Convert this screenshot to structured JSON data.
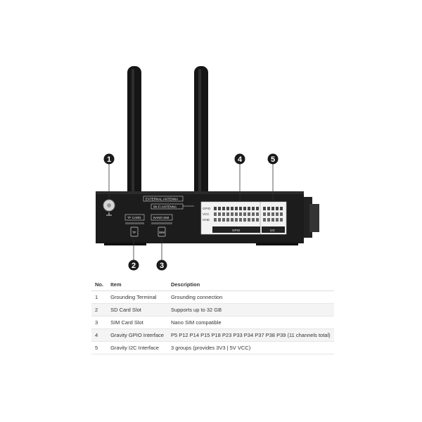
{
  "callouts": [
    "1",
    "2",
    "3",
    "4",
    "5"
  ],
  "device_labels": {
    "external_antenna": "EXTERNAL ANTENNA",
    "wifi_antenna": "Wi-Fi ANTENNA",
    "tf_card": "TF CARD",
    "nano_sim": "NANO SIM",
    "gpio_row": "GPIO",
    "vcc_row": "VCC",
    "gnd_row": "GND",
    "gpio_group": "GPIO",
    "i2c_group": "I2C",
    "tf_icon": "TF",
    "sim_icon": "SIM"
  },
  "table": {
    "headers": [
      "No.",
      "Item",
      "Description"
    ],
    "rows": [
      [
        "1",
        "Grounding Terminal",
        "Grounding connection"
      ],
      [
        "2",
        "SD Card Slot",
        "Supports up to 32 GB"
      ],
      [
        "3",
        "SIM Card Slot",
        "Nano SIM compatible"
      ],
      [
        "4",
        "Gravity GPIO Interface",
        "P5 P12 P14 P15 P18 P23 P33 P34 P37 P38 P39 (11 channels total)"
      ],
      [
        "5",
        "Gravity I2C Interface",
        "3 groups (provides 3V3 | 5V VCC)"
      ]
    ]
  },
  "colors": {
    "device_body": "#1c1c1c",
    "callout_fill": "#1a1a1a",
    "label_box": "#2a2a2a"
  }
}
